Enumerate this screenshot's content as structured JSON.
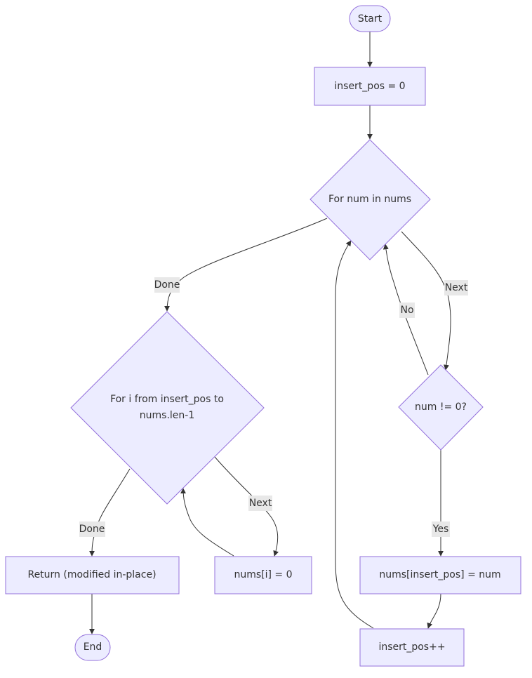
{
  "nodes": {
    "start": "Start",
    "init": "insert_pos = 0",
    "loop": "For num in nums",
    "check": "num != 0?",
    "assign": "nums[insert_pos] = num",
    "increment": "insert_pos++",
    "fill_loop_line1": "For i from insert_pos to",
    "fill_loop_line2": "nums.len-1",
    "zero": "nums[i] = 0",
    "return": "Return (modified in-place)",
    "end": "End"
  },
  "edges": {
    "done_outer": "Done",
    "next_outer": "Next",
    "no": "No",
    "yes": "Yes",
    "next_inner": "Next",
    "done_inner": "Done"
  },
  "colors": {
    "node_fill": "#ECECFF",
    "node_stroke": "#9370DB",
    "edge": "#333333",
    "label_bg": "#e8e8e8"
  }
}
